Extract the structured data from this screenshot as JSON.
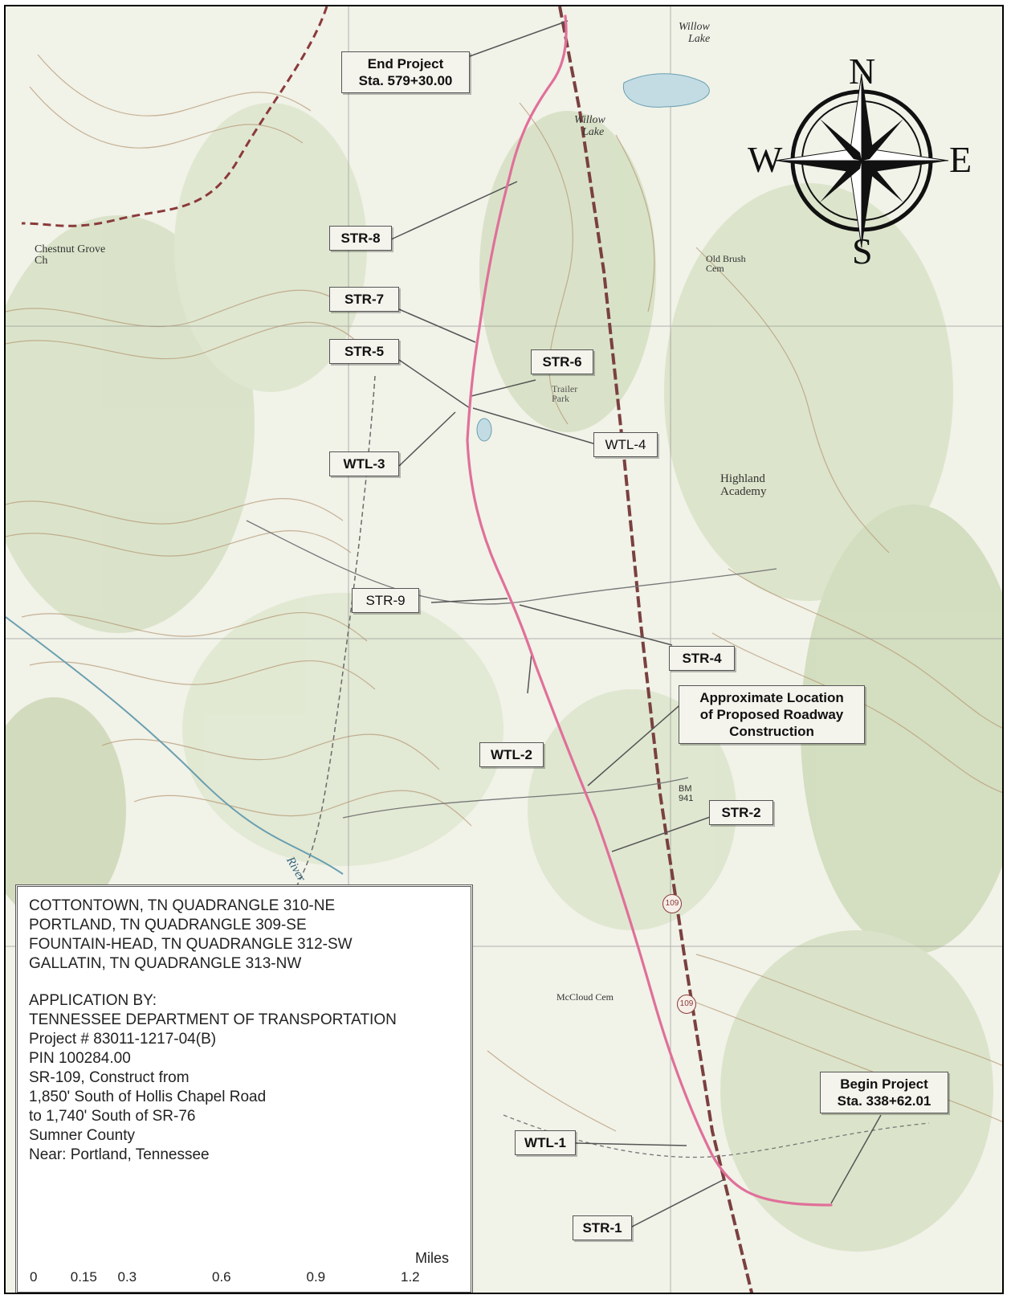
{
  "map": {
    "callouts": {
      "end_project": [
        "End Project",
        "Sta. 579+30.00"
      ],
      "str8": "STR-8",
      "str7": "STR-7",
      "str5": "STR-5",
      "str6": "STR-6",
      "wtl3": "WTL-3",
      "wtl4": "WTL-4",
      "str9": "STR-9",
      "str4": "STR-4",
      "approx": [
        "Approximate Location",
        "of Proposed Roadway",
        "Construction"
      ],
      "wtl2": "WTL-2",
      "str2": "STR-2",
      "begin_project": [
        "Begin Project",
        "Sta. 338+62.01"
      ],
      "wtl1": "WTL-1",
      "str1": "STR-1"
    },
    "map_labels": {
      "willow_lake_n": [
        "Willow",
        "Lake"
      ],
      "willow_lake_s": [
        "Willow",
        "Lake"
      ],
      "chestnut_grove": [
        "Chestnut Grove",
        "Ch"
      ],
      "old_brush": [
        "Old Brush",
        "Cem"
      ],
      "highland_academy": [
        "Highland",
        "Academy"
      ],
      "trailer_park": [
        "Trailer",
        "Park"
      ],
      "mccloud": "McCloud Cem",
      "river": "River",
      "bm": [
        "BM",
        "941"
      ],
      "route": "109"
    },
    "route_color": "#e0709a"
  },
  "compass": {
    "n": "N",
    "s": "S",
    "e": "E",
    "w": "W"
  },
  "legend": {
    "quads": [
      "COTTONTOWN, TN QUADRANGLE 310-NE",
      "PORTLAND, TN QUADRANGLE 309-SE",
      "FOUNTAIN-HEAD, TN QUADRANGLE 312-SW",
      "GALLATIN, TN QUADRANGLE 313-NW"
    ],
    "application": [
      "APPLICATION BY:",
      "TENNESSEE DEPARTMENT OF TRANSPORTATION",
      "Project # 83011-1217-04(B)",
      "PIN 100284.00",
      "SR-109, Construct from",
      "1,850' South of Hollis Chapel Road",
      "to 1,740' South of SR-76",
      "Sumner County",
      "Near: Portland, Tennessee"
    ],
    "scale": {
      "unit": "Miles",
      "ticks": [
        "0",
        "0.15",
        "0.3",
        "0.6",
        "0.9",
        "1.2"
      ],
      "tick_values": [
        0,
        0.15,
        0.3,
        0.6,
        0.9,
        1.2
      ]
    }
  }
}
